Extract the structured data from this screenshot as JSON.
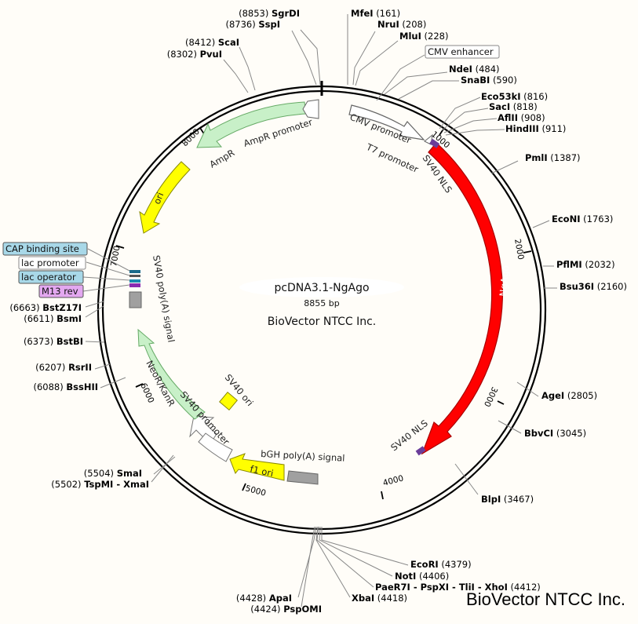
{
  "map": {
    "name": "pcDNA3.1-NgAgo",
    "length_label": "8855 bp",
    "company": "BioVector NTCC Inc.",
    "watermark": "BioVector NTCC Inc."
  },
  "ticks": [
    "1000",
    "2000",
    "3000",
    "4000",
    "5000",
    "6000",
    "7000",
    "8000"
  ],
  "features": {
    "cmv_promoter": "CMV promoter",
    "t7_promoter": "T7 promoter",
    "sv40_nls_1": "SV40 NLS",
    "ngago": "NgAgo",
    "sv40_nls_2": "SV40 NLS",
    "bgh": "bGH poly(A) signal",
    "f1_ori": "f1 ori",
    "sv40_ori": "SV40 ori",
    "sv40_promoter": "SV40 promoter",
    "neor": "NeoR/KanR",
    "sv40_polya": "SV40 poly(A) signal",
    "ori": "ori",
    "ampr": "AmpR",
    "ampr_promoter": "AmpR promoter"
  },
  "boxes": {
    "cmv_enhancer": "CMV enhancer",
    "cap": "CAP binding site",
    "lac_promoter": "lac promoter",
    "lac_operator": "lac operator",
    "m13": "M13 rev"
  },
  "colors": {
    "ngago": "#ff0000",
    "ori": "#ffff00",
    "neor": "#c8f0c8",
    "ampr": "#c8f0c8",
    "promoter": "#ffffff",
    "polya": "#a0a0a0",
    "cap_box": "#a8d8e8",
    "m13_box": "#e3a8f0"
  },
  "sites": [
    {
      "name": "SgrDI",
      "pos": "(8853)"
    },
    {
      "name": "SspI",
      "pos": "(8736)"
    },
    {
      "name": "ScaI",
      "pos": "(8412)"
    },
    {
      "name": "PvuI",
      "pos": "(8302)"
    },
    {
      "name": "MfeI",
      "pos": "(161)"
    },
    {
      "name": "NruI",
      "pos": "(208)"
    },
    {
      "name": "MluI",
      "pos": "(228)"
    },
    {
      "name": "NdeI",
      "pos": "(484)"
    },
    {
      "name": "SnaBI",
      "pos": "(590)"
    },
    {
      "name": "Eco53kI",
      "pos": "(816)"
    },
    {
      "name": "SacI",
      "pos": "(818)"
    },
    {
      "name": "AflII",
      "pos": "(908)"
    },
    {
      "name": "HindIII",
      "pos": "(911)"
    },
    {
      "name": "PmlI",
      "pos": "(1387)"
    },
    {
      "name": "EcoNI",
      "pos": "(1763)"
    },
    {
      "name": "PflMI",
      "pos": "(2032)"
    },
    {
      "name": "Bsu36I",
      "pos": "(2160)"
    },
    {
      "name": "AgeI",
      "pos": "(2805)"
    },
    {
      "name": "BbvCI",
      "pos": "(3045)"
    },
    {
      "name": "BlpI",
      "pos": "(3467)"
    },
    {
      "name": "EcoRI",
      "pos": "(4379)"
    },
    {
      "name": "NotI",
      "pos": "(4406)"
    },
    {
      "name": "PaeR7I - PspXI - TliI - XhoI",
      "pos": "(4412)"
    },
    {
      "name": "XbaI",
      "pos": "(4418)"
    },
    {
      "name": "ApaI",
      "pos": "(4428)"
    },
    {
      "name": "PspOMI",
      "pos": "(4424)"
    },
    {
      "name": "SmaI",
      "pos": "(5504)"
    },
    {
      "name": "TspMI - XmaI",
      "pos": "(5502)"
    },
    {
      "name": "BssHII",
      "pos": "(6088)"
    },
    {
      "name": "RsrII",
      "pos": "(6207)"
    },
    {
      "name": "BstBI",
      "pos": "(6373)"
    },
    {
      "name": "BsmI",
      "pos": "(6611)"
    },
    {
      "name": "BstZ17I",
      "pos": "(6663)"
    }
  ]
}
